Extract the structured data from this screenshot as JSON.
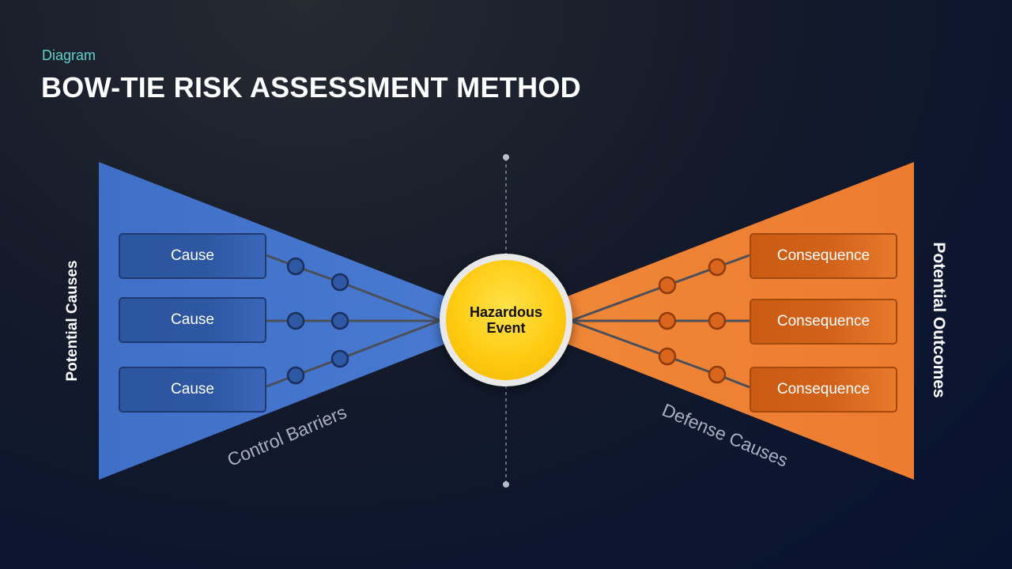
{
  "header": {
    "subtitle": "Diagram",
    "title": "BOW-TIE RISK ASSESSMENT METHOD"
  },
  "left": {
    "side_label": "Potential Causes",
    "barrier_label": "Control Barriers",
    "causes": [
      "Cause",
      "Cause",
      "Cause"
    ]
  },
  "center": {
    "hub_line1": "Hazardous",
    "hub_line2": "Event"
  },
  "right": {
    "side_label": "Potential Outcomes",
    "barrier_label": "Defense Causes",
    "consequences": [
      "Consequence",
      "Consequence",
      "Consequence"
    ]
  },
  "colors": {
    "left_accent": "#4472c4",
    "right_accent": "#ed7d31",
    "hub": "#ffc000",
    "subtitle": "#5fd3c8"
  }
}
